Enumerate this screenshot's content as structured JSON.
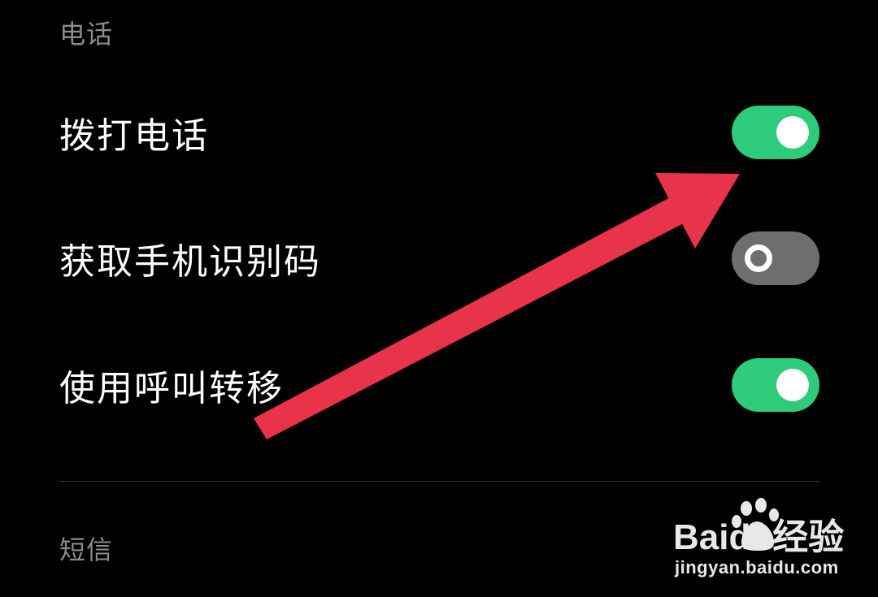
{
  "sections": {
    "phone_header": "电话",
    "sms_header": "短信"
  },
  "rows": [
    {
      "label": "拨打电话",
      "enabled": true
    },
    {
      "label": "获取手机识别码",
      "enabled": false
    },
    {
      "label": "使用呼叫转移",
      "enabled": true
    }
  ],
  "colors": {
    "toggle_on": "#2ecc7a",
    "toggle_off": "#6e6e6e",
    "arrow": "#e8334a",
    "background": "#000000"
  },
  "annotation": {
    "type": "arrow",
    "points_to": "拨打电话 toggle"
  },
  "watermark": {
    "brand": "Baidu经验",
    "url": "jingyan.baidu.com"
  }
}
